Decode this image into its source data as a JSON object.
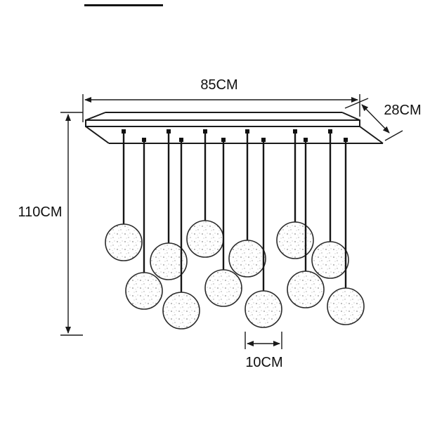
{
  "figure": {
    "subject": "pendant-chandelier-dimension-diagram",
    "pendant_count": 12,
    "colors": {
      "line": "#1a1a1a",
      "text": "#101010",
      "background": "#ffffff"
    },
    "dimensions": {
      "width_label": "85CM",
      "depth_label": "28CM",
      "height_label": "110CM",
      "globe_diameter_label": "10CM"
    }
  }
}
